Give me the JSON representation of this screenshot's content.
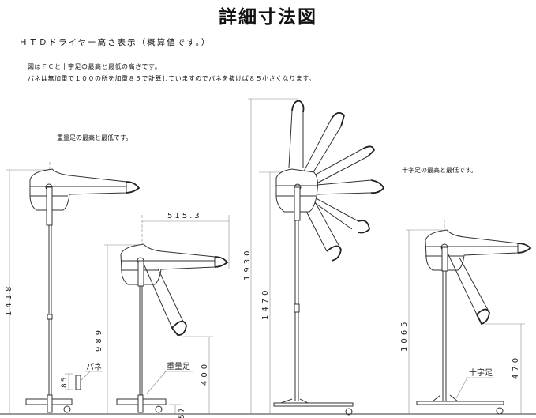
{
  "title": "詳細寸法図",
  "subtitle": "ＨＴＤドライヤー高さ表示（概算値です。）",
  "notes": [
    "図はＦＣと十字足の最高と最低の高さです。",
    "バネは無加重で１００の所を加重８５で計算していますのでバネを抜けば８５小さくなります。"
  ],
  "captions": {
    "weighted_base": "重量足の最高と最低です。",
    "cross_base": "十字足の最高と最低です。"
  },
  "labels": {
    "spring": "バネ",
    "weighted_base": "重量足",
    "cross_base": "十字足"
  },
  "dimensions": {
    "fig1_height": "1418",
    "spring_length": "85",
    "fig2_height": "989",
    "fig2_arm_reach": "515.3",
    "fig2_nozzle_height": "400",
    "fig2_base_height": "57",
    "fig3_max_height": "1930",
    "fig3_head_height": "1470",
    "fig4_height": "1065",
    "fig4_nozzle_height": "470"
  }
}
